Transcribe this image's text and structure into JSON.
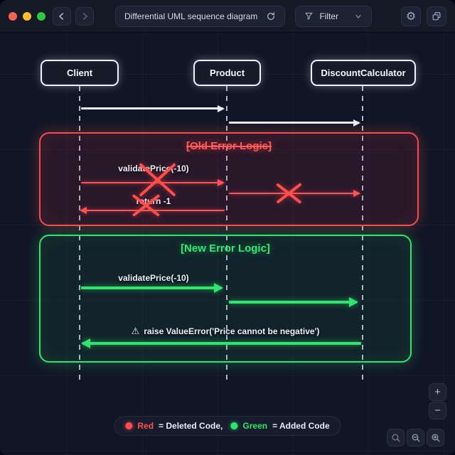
{
  "titlebar": {
    "title": "Differential UML sequence diagram",
    "filter_label": "Filter"
  },
  "actors": [
    {
      "label": "Client"
    },
    {
      "label": "Product"
    },
    {
      "label": "DiscountCalculator"
    }
  ],
  "old_logic": {
    "title": "[Old Error Logic]",
    "call_label": "validatePrice(-10)",
    "return_label": "return -1"
  },
  "new_logic": {
    "title": "[New Error Logic]",
    "call_label": "validatePrice(-10)",
    "return_label": "raise ValueError('Price cannot be negative')"
  },
  "legend": [
    {
      "term": "Red",
      "desc": "= Deleted Code,"
    },
    {
      "term": "Green",
      "desc": "= Added Code"
    }
  ],
  "controls": {
    "zoom_in": "+",
    "zoom_out": "−"
  },
  "colors": {
    "deleted": "#ff5252",
    "added": "#2ee66b",
    "lifeline": "#ccd5e8"
  }
}
